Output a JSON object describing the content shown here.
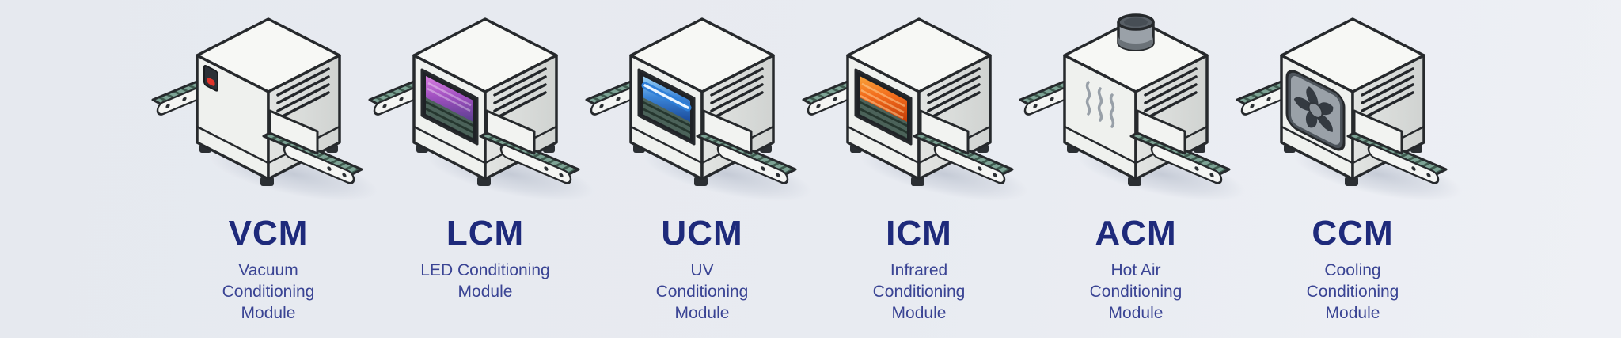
{
  "page": {
    "background": "#e7eaf0",
    "heading_color": "#1e2a7b",
    "subtext_color": "#3a4494"
  },
  "illustration_palette": {
    "machine_outline": "#26292c",
    "machine_top": "#f7f8f5",
    "machine_left": "#eff1ee",
    "machine_right": "#dcdfdd",
    "belt_green": "#7da395",
    "belt_rib": "#3e5a4e",
    "rail_white": "#f4f5f3",
    "power_button_red": "#e1342a",
    "chimney_gray": "#9aa1a8",
    "fan_gray": "#4d545b"
  },
  "glow_gradients": {
    "led": [
      "#d97fe0",
      "#a050c0",
      "#5a3f8f"
    ],
    "uv": [
      "#9fd4f5",
      "#3c86d8",
      "#1a4a9a"
    ],
    "ir": [
      "#f9a43b",
      "#f26a1b",
      "#c23b07"
    ]
  },
  "modules": [
    {
      "id": "vcm",
      "acronym": "VCM",
      "name_lines": [
        "Vacuum",
        "Conditioning",
        "Module"
      ],
      "feature": "power-button",
      "illustration": "conveyor-oven-with-power-button"
    },
    {
      "id": "lcm",
      "acronym": "LCM",
      "name_lines": [
        "LED Conditioning",
        "Module"
      ],
      "feature": "window",
      "window_kind": "led",
      "illustration": "conveyor-oven-with-led-window"
    },
    {
      "id": "ucm",
      "acronym": "UCM",
      "name_lines": [
        "UV",
        "Conditioning",
        "Module"
      ],
      "feature": "window",
      "window_kind": "uv",
      "illustration": "conveyor-oven-with-uv-lamp-window"
    },
    {
      "id": "icm",
      "acronym": "ICM",
      "name_lines": [
        "Infrared",
        "Conditioning",
        "Module"
      ],
      "feature": "window",
      "window_kind": "ir",
      "illustration": "conveyor-oven-with-infrared-window"
    },
    {
      "id": "acm",
      "acronym": "ACM",
      "name_lines": [
        "Hot Air",
        "Conditioning",
        "Module"
      ],
      "feature": "chimney",
      "illustration": "conveyor-oven-with-chimney-and-steam"
    },
    {
      "id": "ccm",
      "acronym": "CCM",
      "name_lines": [
        "Cooling",
        "Conditioning",
        "Module"
      ],
      "feature": "fan",
      "illustration": "conveyor-oven-with-cooling-fan"
    }
  ]
}
